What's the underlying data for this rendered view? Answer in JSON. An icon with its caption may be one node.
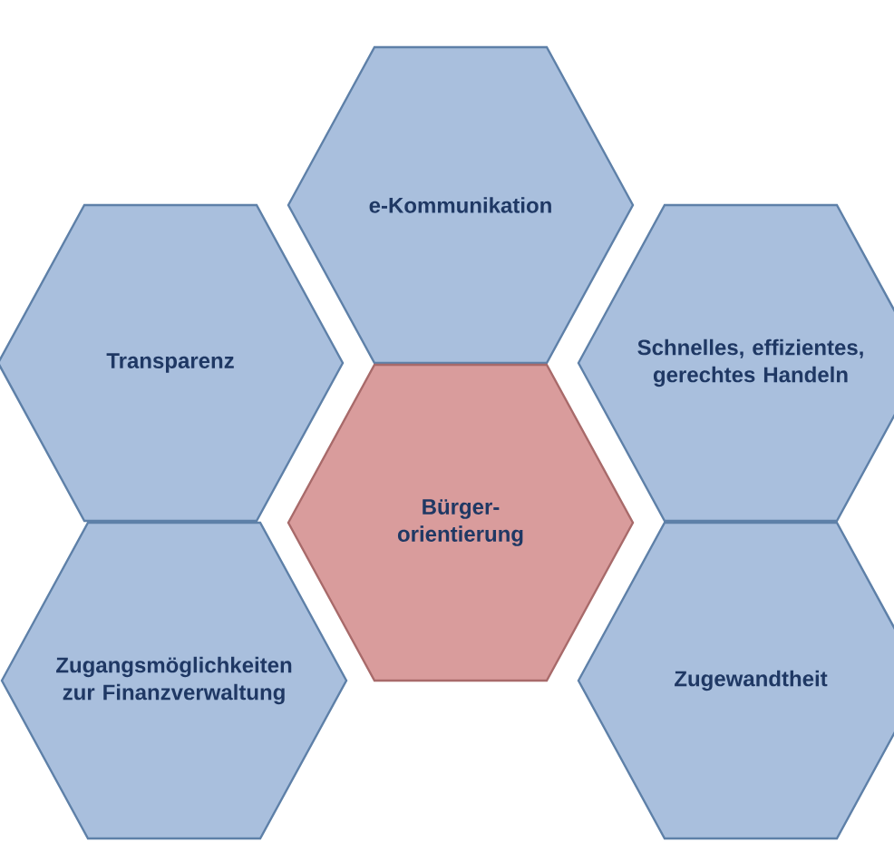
{
  "diagram": {
    "nodes": [
      {
        "text": [
          "e-Kommunikation"
        ]
      },
      {
        "text": [
          "Transparenz"
        ]
      },
      {
        "text": [
          "Schnelles, effizientes, gerechtes Handeln"
        ]
      },
      {
        "text": [
          "Bürger- orientierung"
        ]
      },
      {
        "text": [
          "Zugangsmöglichkeiten zur Finanzverwaltung"
        ]
      },
      {
        "text": [
          "Zugewandtheit"
        ]
      }
    ]
  }
}
